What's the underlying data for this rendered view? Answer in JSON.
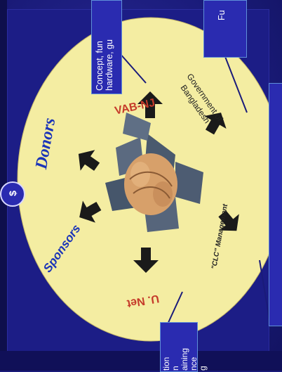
{
  "diagram": {
    "center_labels": {
      "donors": "Donors",
      "sponsors": "Sponsors",
      "vabnj": "VAB-NJ",
      "government": "Government of",
      "bangladesh": "Bangladesh",
      "clc_management": "\"CLC\" Management",
      "unet": "U. Net"
    },
    "callouts": {
      "top_left": "Concept, fun\nhardware, gu",
      "top_right": "Fu",
      "bottom_left": "tion\nn\naining\nnce\ng"
    },
    "badge": "$"
  },
  "colors": {
    "background": "#1a1b7a",
    "oval": "#f4eda2",
    "accent_text": "#1a34b8",
    "callout_fill": "#2a2bb0"
  }
}
